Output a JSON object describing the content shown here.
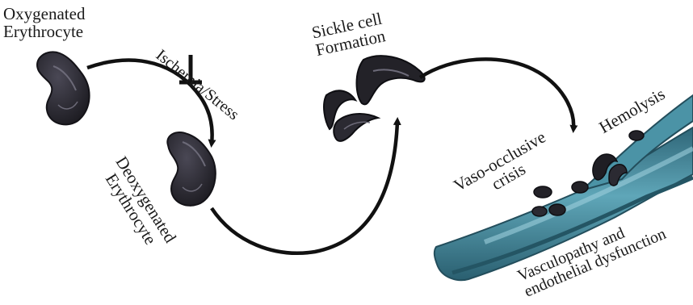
{
  "labels": {
    "oxygenated_line1": "Oxygenated",
    "oxygenated_line2": "Erythrocyte",
    "ischemia": "Ischemia/Stress",
    "sickle_line1": "Sickle cell",
    "sickle_line2": "Formation",
    "deoxy_line1": "Deoxygenated",
    "deoxy_line2": "Erythrocyte",
    "hemolysis": "Hemolysis",
    "vaso_line1": "Vaso-occlusive",
    "vaso_line2": "crisis",
    "vasculo_line1": "Vasculopathy and",
    "vasculo_line2": "endothelial dysfunction"
  },
  "colors": {
    "cell_dark": "#232228",
    "cell_mid": "#3b3a44",
    "cell_highlight": "#6c6a78",
    "vessel_dark": "#2f6678",
    "vessel_light": "#5fa6b8",
    "vessel_inner": "#9ccfdc",
    "arrow": "#111111"
  }
}
